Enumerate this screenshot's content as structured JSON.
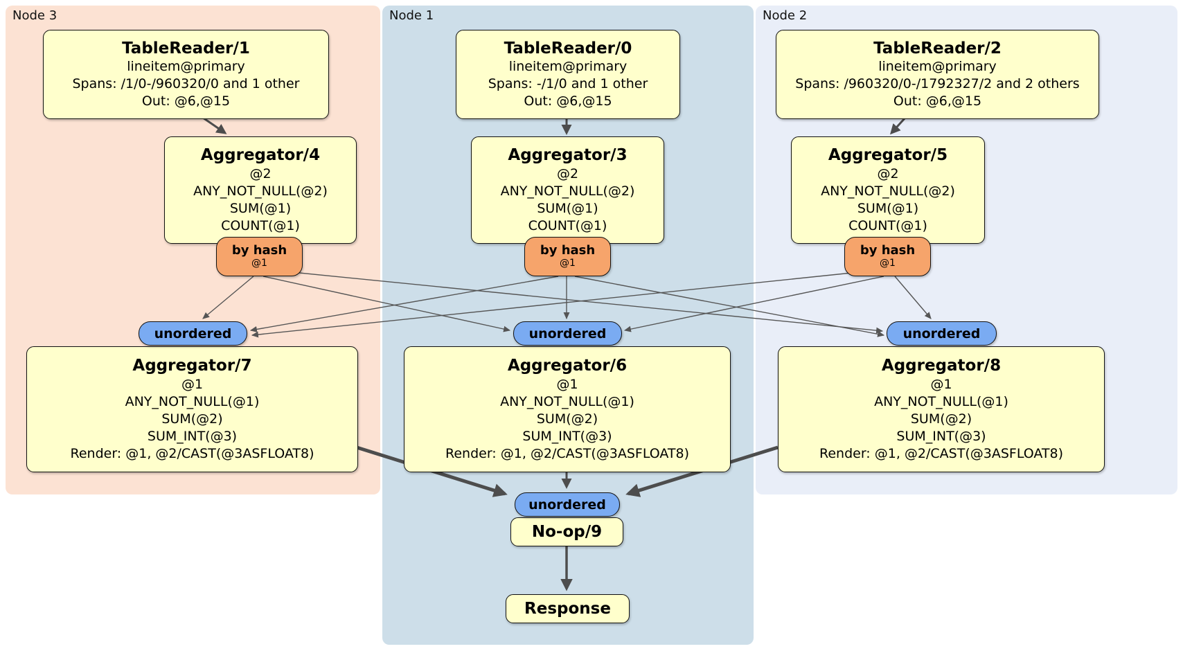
{
  "regions": {
    "node3": {
      "label": "Node 3"
    },
    "node1": {
      "label": "Node 1"
    },
    "node2": {
      "label": "Node 2"
    }
  },
  "processors": {
    "tr1": {
      "title": "TableReader/1",
      "lines": [
        "lineitem@primary",
        "Spans: /1/0-/960320/0 and 1 other",
        "Out: @6,@15"
      ]
    },
    "tr0": {
      "title": "TableReader/0",
      "lines": [
        "lineitem@primary",
        "Spans: -/1/0 and 1 other",
        "Out: @6,@15"
      ]
    },
    "tr2": {
      "title": "TableReader/2",
      "lines": [
        "lineitem@primary",
        "Spans: /960320/0-/1792327/2 and 2 others",
        "Out: @6,@15"
      ]
    },
    "agg4": {
      "title": "Aggregator/4",
      "lines": [
        "@2",
        "ANY_NOT_NULL(@2)",
        "SUM(@1)",
        "COUNT(@1)"
      ]
    },
    "agg3": {
      "title": "Aggregator/3",
      "lines": [
        "@2",
        "ANY_NOT_NULL(@2)",
        "SUM(@1)",
        "COUNT(@1)"
      ]
    },
    "agg5": {
      "title": "Aggregator/5",
      "lines": [
        "@2",
        "ANY_NOT_NULL(@2)",
        "SUM(@1)",
        "COUNT(@1)"
      ]
    },
    "agg7": {
      "title": "Aggregator/7",
      "lines": [
        "@1",
        "ANY_NOT_NULL(@1)",
        "SUM(@2)",
        "SUM_INT(@3)",
        "Render: @1, @2/CAST(@3ASFLOAT8)"
      ]
    },
    "agg6": {
      "title": "Aggregator/6",
      "lines": [
        "@1",
        "ANY_NOT_NULL(@1)",
        "SUM(@2)",
        "SUM_INT(@3)",
        "Render: @1, @2/CAST(@3ASFLOAT8)"
      ]
    },
    "agg8": {
      "title": "Aggregator/8",
      "lines": [
        "@1",
        "ANY_NOT_NULL(@1)",
        "SUM(@2)",
        "SUM_INT(@3)",
        "Render: @1, @2/CAST(@3ASFLOAT8)"
      ]
    },
    "noop": {
      "title": "No-op/9"
    },
    "resp": {
      "title": "Response"
    }
  },
  "routers": {
    "hash_left": {
      "label": "by hash",
      "detail": "@1"
    },
    "hash_mid": {
      "label": "by hash",
      "detail": "@1"
    },
    "hash_right": {
      "label": "by hash",
      "detail": "@1"
    }
  },
  "syncs": {
    "unordered_left": {
      "label": "unordered"
    },
    "unordered_mid": {
      "label": "unordered"
    },
    "unordered_right": {
      "label": "unordered"
    },
    "unordered_final": {
      "label": "unordered"
    }
  },
  "colors": {
    "node3_bg": "#fce2d3",
    "node1_bg": "#cddee9",
    "node2_bg": "#e9eef8",
    "processor_bg": "#ffffcc",
    "router_bg": "#f6a46b",
    "sync_bg": "#7aabf2",
    "edge": "#4d4d4d",
    "border": "#111111"
  }
}
